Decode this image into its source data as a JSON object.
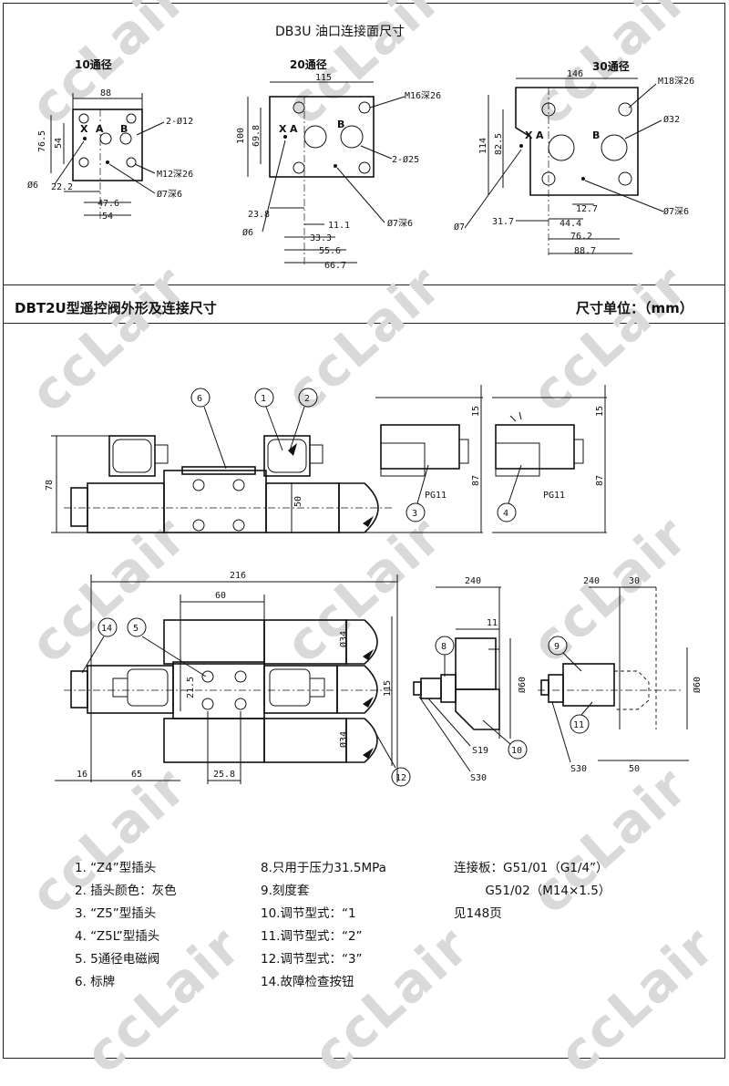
{
  "watermark": {
    "text": "ccLair"
  },
  "section1": {
    "title": "DB3U   油口连接面尺寸"
  },
  "section2": {
    "title": "DBT2U型遥控阀外形及连接尺寸",
    "unit_label": "尺寸单位：（mm）"
  },
  "top_views": [
    {
      "title": "10通径",
      "dims": [
        "88",
        "76.5",
        "54",
        "2-Ø12",
        "Ø6",
        "M12深26",
        "22.2",
        "47.6",
        "54",
        "Ø7深6"
      ],
      "ports": [
        "X",
        "A",
        "B"
      ]
    },
    {
      "title": "20通径",
      "dims": [
        "115",
        "100",
        "69.8",
        "M16深26",
        "2-Ø25",
        "23.8",
        "11.1",
        "33.3",
        "55.6",
        "66.7",
        "Ø6",
        "Ø7深6"
      ],
      "ports": [
        "X",
        "A",
        "B"
      ]
    },
    {
      "title": "30通径",
      "dims": [
        "146",
        "114",
        "82.5",
        "M18深26",
        "Ø32",
        "Ø7",
        "31.7",
        "44.4",
        "12.7",
        "76.2",
        "88.7",
        "Ø7深6"
      ],
      "ports": [
        "X",
        "A",
        "B"
      ]
    }
  ],
  "elevation_dims": {
    "d78": "78",
    "d50": "50",
    "d15a": "15",
    "d87a": "87",
    "d15b": "15",
    "d87b": "87",
    "pg1": "PG11",
    "pg2": "PG11"
  },
  "plan_dims": {
    "d216": "216",
    "d60": "60",
    "d16": "16",
    "d65": "65",
    "d25_8": "25.8",
    "d21_5": "21.5",
    "d115": "115",
    "d34a": "Ø34",
    "d34b": "Ø34"
  },
  "side_dims": {
    "d240a": "240",
    "d11": "11",
    "d60a": "Ø60",
    "s19": "S19",
    "s30a": "S30",
    "d240b": "240",
    "d30": "30",
    "d60b": "Ø60",
    "s30b": "S30",
    "d50": "50"
  },
  "callouts": [
    "1",
    "2",
    "3",
    "4",
    "5",
    "6",
    "8",
    "9",
    "10",
    "11",
    "12",
    "14"
  ],
  "legend": {
    "col1": [
      "1. “Z4”型插头",
      "2. 插头颜色：灰色",
      "3. “Z5”型插头",
      "4. “Z5L”型插头",
      "5. 5通径电磁阀",
      "6. 标牌"
    ],
    "col2": [
      "8.只用于压力31.5MPa",
      "9.刻度套",
      "10.调节型式：“1",
      "11.调节型式：“2”",
      "12.调节型式：“3”",
      "14.故障检查按钮"
    ],
    "col3": [
      "连接板：G51/01（G1/4”）",
      "        G51/02（M14×1.5）",
      "见148页"
    ]
  }
}
